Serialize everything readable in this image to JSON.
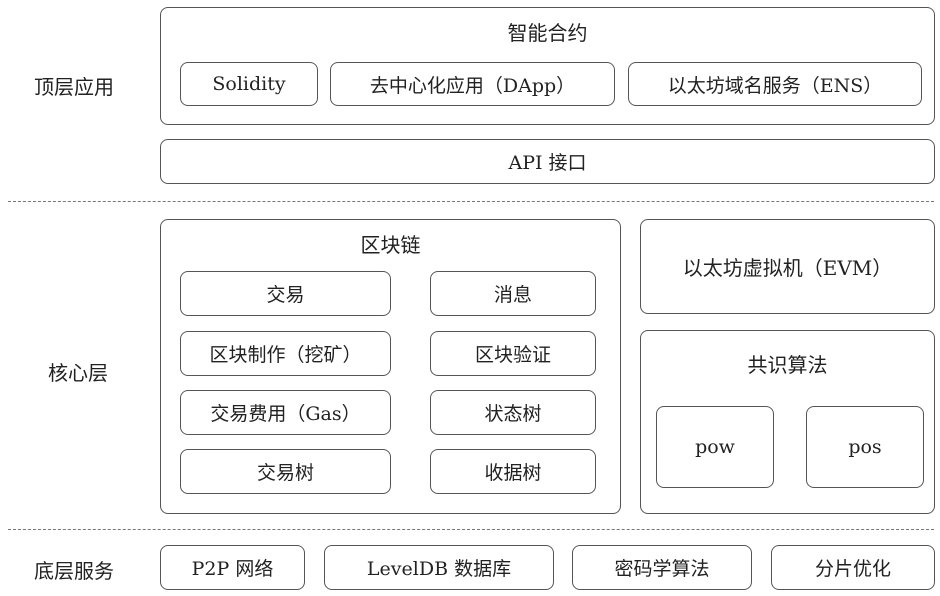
{
  "layers": {
    "top": "顶层应用",
    "core": "核心层",
    "bottom": "底层服务"
  },
  "top_layer": {
    "smart_contract": "智能合约",
    "items": [
      "Solidity",
      "去中心化应用（DApp）",
      "以太坊域名服务（ENS）"
    ],
    "api": "API 接口"
  },
  "core_layer": {
    "blockchain": {
      "title": "区块链",
      "left": [
        "交易",
        "区块制作（挖矿）",
        "交易费用（Gas）",
        "交易树"
      ],
      "right": [
        "消息",
        "区块验证",
        "状态树",
        "收据树"
      ]
    },
    "evm": "以太坊虚拟机（EVM）",
    "consensus": {
      "title": "共识算法",
      "items": [
        "pow",
        "pos"
      ]
    }
  },
  "bottom_layer": {
    "items": [
      "P2P 网络",
      "LevelDB 数据库",
      "密码学算法",
      "分片优化"
    ]
  }
}
